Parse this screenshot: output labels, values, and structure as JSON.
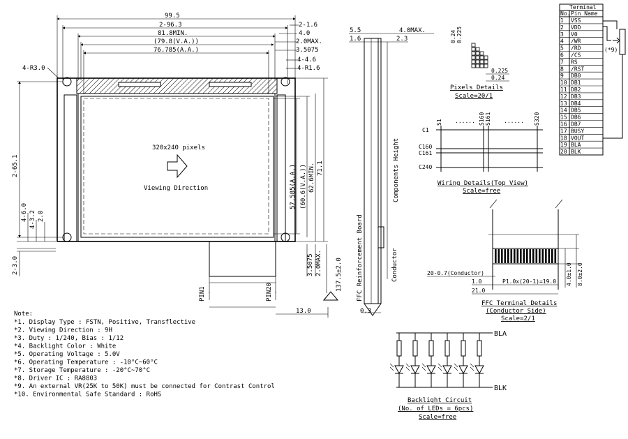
{
  "front_view": {
    "dims_top": [
      "99.5",
      "2-96.3",
      "81.8MIN.",
      "(79.8(V.A.))",
      "76.785(A.A.)"
    ],
    "dims_right_top": [
      "2-1.6",
      "4.0",
      "2.0MAX.",
      "3.5075",
      "4-4.6",
      "4-R1.6"
    ],
    "corner_radius": "4-R3.0",
    "dims_left": [
      "2-65.1",
      "4-6.0",
      "4-3.2",
      "2.0",
      "2-3.0"
    ],
    "dims_right": [
      "57.585(A.A.)",
      "(60.6(V.A.))",
      "62.6MIN.",
      "71.1"
    ],
    "dims_bottom_right": [
      "3.5075",
      "2.0MAX.",
      "137.5±2.0",
      "13.0"
    ],
    "pixels_label": "320x240 pixels",
    "viewing_label": "Viewing Direction",
    "pin_labels": [
      "PIN1",
      "PIN20"
    ]
  },
  "side_view": {
    "dims": [
      "5.5",
      "1.6",
      "4.0MAX.",
      "2.3",
      "0.3"
    ],
    "labels": [
      "Components Height",
      "FFC Reinforcement Board",
      "Conductor"
    ]
  },
  "pixels_details": {
    "dims": [
      "0.24",
      "0.225",
      "0.225",
      "0.24"
    ],
    "title": "Pixels Details",
    "scale": "Scale=20/1"
  },
  "wiring_details": {
    "segs": [
      "S1",
      "......",
      "S160",
      "S161",
      "......",
      "S320"
    ],
    "coms": [
      "C1",
      "C160",
      "C161",
      "C240"
    ],
    "title": "Wiring Details(Top View)",
    "scale": "Scale=free"
  },
  "ffc_details": {
    "dims": [
      "20-0.7(Conductor)",
      "1.0",
      "P1.0x(20-1)=19.0",
      "21.0",
      "4.0±1.0",
      "8.0±2.0"
    ],
    "title": "FFC Terminal Details",
    "subtitle": "(Conductor Side)",
    "scale": "Scale=2/1"
  },
  "terminal_table": {
    "title": "Terminal",
    "headers": [
      "No.",
      "Pin Name"
    ],
    "rows": [
      [
        "1",
        "VSS"
      ],
      [
        "2",
        "VDD"
      ],
      [
        "3",
        "V0"
      ],
      [
        "4",
        "/WR"
      ],
      [
        "5",
        "/RD"
      ],
      [
        "6",
        "/CS"
      ],
      [
        "7",
        "RS"
      ],
      [
        "8",
        "/RST"
      ],
      [
        "9",
        "DB0"
      ],
      [
        "10",
        "DB1"
      ],
      [
        "11",
        "DB2"
      ],
      [
        "12",
        "DB3"
      ],
      [
        "13",
        "DB4"
      ],
      [
        "14",
        "DB5"
      ],
      [
        "15",
        "DB6"
      ],
      [
        "16",
        "DB7"
      ],
      [
        "17",
        "BUSY"
      ],
      [
        "18",
        "VOUT"
      ],
      [
        "19",
        "BLA"
      ],
      [
        "20",
        "BLK"
      ]
    ],
    "vr_note": "(*9)"
  },
  "backlight": {
    "bla": "BLA",
    "blk": "BLK",
    "title": "Backlight Circuit",
    "subtitle": "(No. of LEDs = 6pcs)",
    "scale": "Scale=free"
  },
  "notes": {
    "heading": "Note:",
    "items": [
      "*1. Display Type : FSTN, Positive, Transflective",
      "*2. Viewing Direction : 9H",
      "*3. Duty : 1/240, Bias : 1/12",
      "*4. Backlight Color : White",
      "*5. Operating Voltage : 5.0V",
      "*6. Operating Temperature : -10°C~60°C",
      "*7. Storage Temperature : -20°C~70°C",
      "*8. Driver IC : RA8803",
      "*9. An external VR(25K to 50K) must be connected for Contrast Control",
      "*10. Environmental Safe Standard : RoHS"
    ]
  }
}
